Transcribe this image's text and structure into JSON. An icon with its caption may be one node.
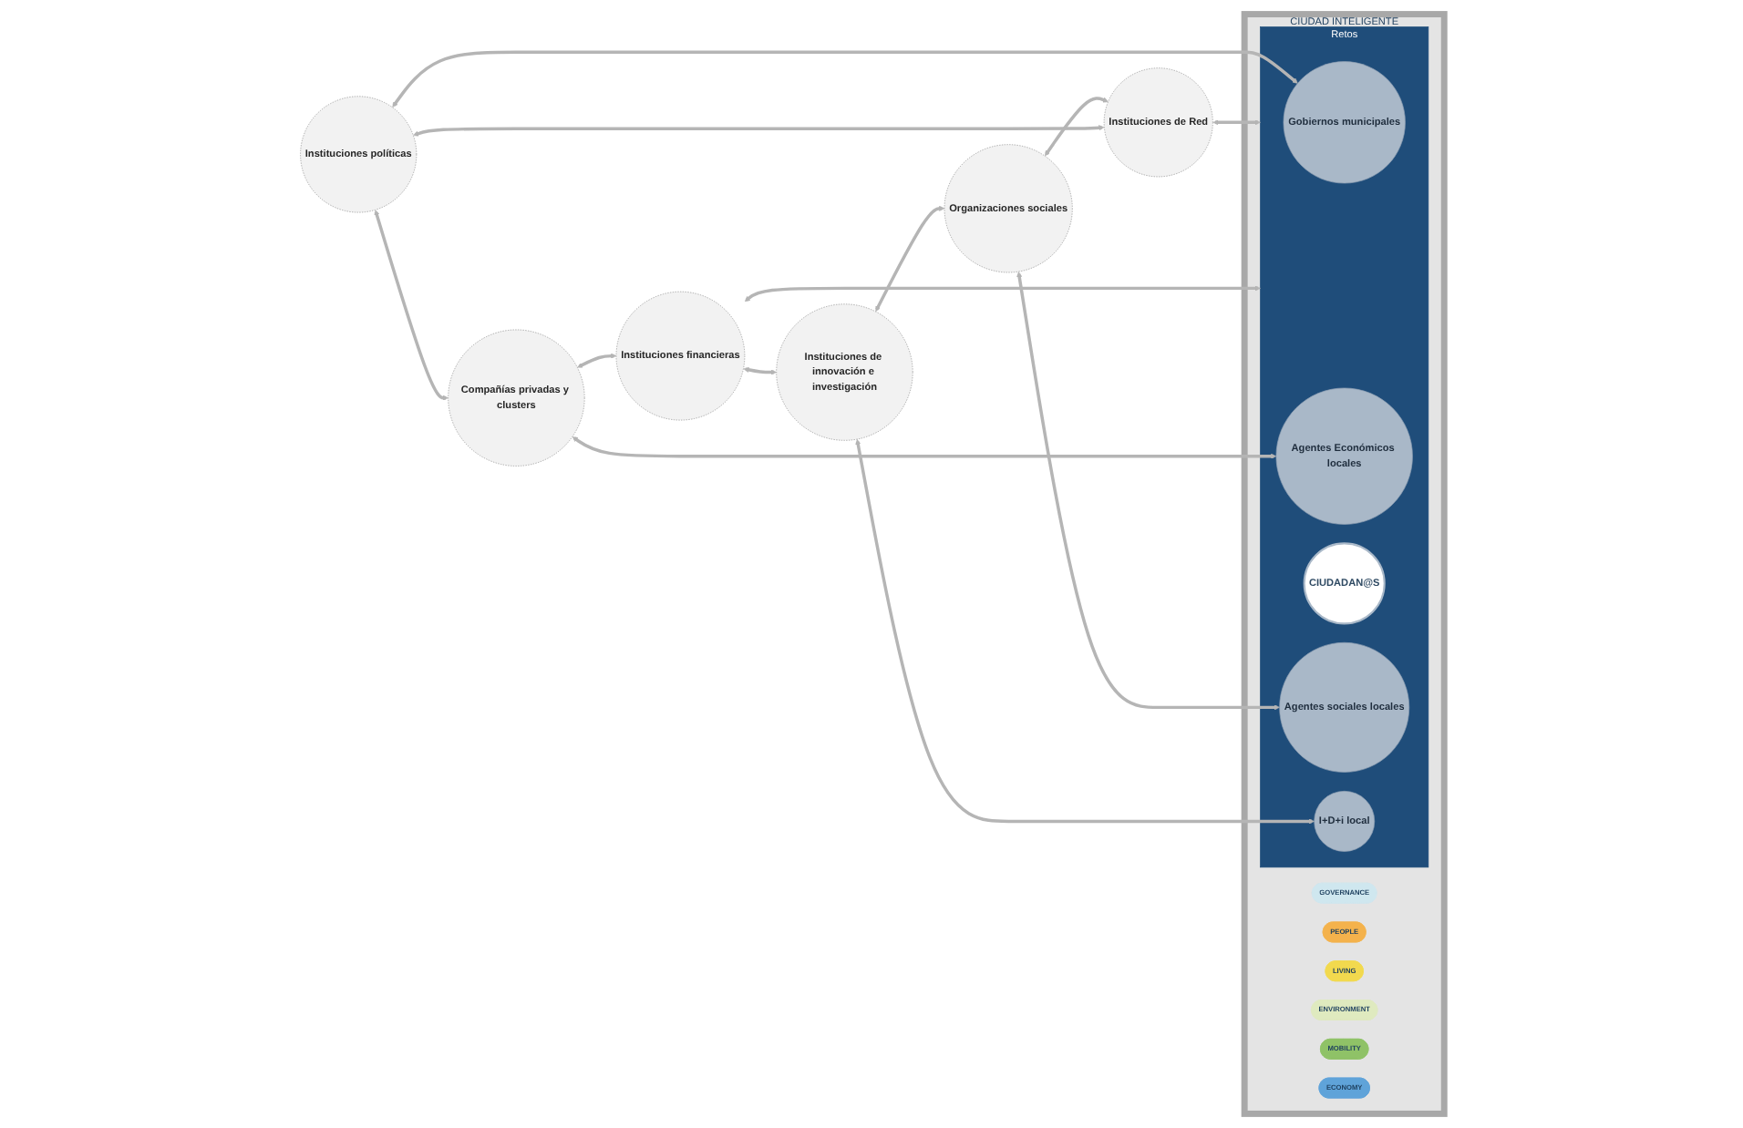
{
  "diagram": {
    "nodes": [
      {
        "text": [
          "Instituciones políticas"
        ]
      },
      {
        "text": [
          "Compañías privadas y clusters"
        ]
      },
      {
        "text": [
          "Instituciones de Red"
        ]
      },
      {
        "text": [
          "Instituciones financieras"
        ]
      },
      {
        "text": [
          "Organizaciones sociales"
        ]
      },
      {
        "text": [
          "Instituciones de innovación e investigación"
        ]
      },
      {
        "text": [
          "CIUDAD INTELIGENTE"
        ]
      },
      {
        "text": [
          "Retos"
        ],
        "in": 6
      },
      {
        "text": [
          "Gobiernos municipales"
        ],
        "in": 7
      },
      {
        "text": [
          "Agentes Económicos locales"
        ],
        "in": 7
      },
      {
        "text": [
          "CIUDADAN@S"
        ],
        "in": 7
      },
      {
        "text": [
          "Agentes sociales locales"
        ],
        "in": 7
      },
      {
        "text": [
          "I+D+i local"
        ],
        "in": 7
      },
      {
        "text": [
          "GOVERNANCE"
        ],
        "in": 6
      },
      {
        "text": [
          "PEOPLE"
        ],
        "in": 6
      },
      {
        "text": [
          "LIVING"
        ],
        "in": 6
      },
      {
        "text": [
          "ENVIRONMENT"
        ],
        "in": 6
      },
      {
        "text": [
          "MOBILITY"
        ],
        "in": 6
      },
      {
        "text": [
          "ECONOMY"
        ],
        "in": 6
      }
    ],
    "edges": [
      {
        "from": 0,
        "to": 1,
        "arrow": "both"
      },
      {
        "from": 1,
        "to": 3,
        "arrow": "both"
      },
      {
        "from": 3,
        "to": 5,
        "arrow": "both"
      },
      {
        "from": 5,
        "to": 4,
        "arrow": "both"
      },
      {
        "from": 4,
        "to": 2,
        "arrow": "both"
      },
      {
        "from": 2,
        "to": 0,
        "arrow": "both"
      },
      {
        "from": 0,
        "to": 8,
        "arrow": "both"
      },
      {
        "from": 1,
        "to": 9,
        "arrow": "both"
      },
      {
        "from": 2,
        "to": 7,
        "arrow": "both"
      },
      {
        "from": 3,
        "to": 7,
        "arrow": "both"
      },
      {
        "from": 4,
        "to": 11,
        "arrow": "both"
      },
      {
        "from": 5,
        "to": 12,
        "arrow": "both"
      }
    ]
  }
}
